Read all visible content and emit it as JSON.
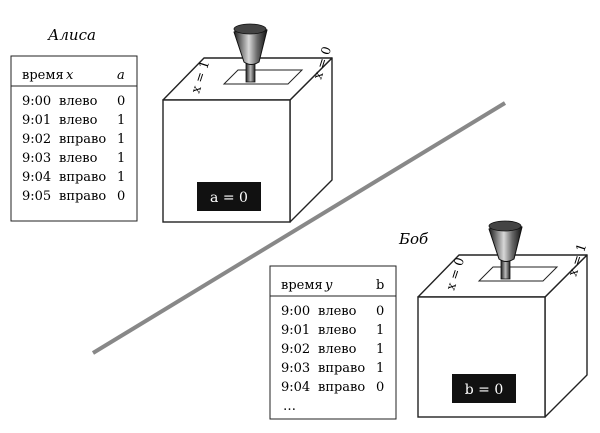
{
  "alice": {
    "name": "Алиса",
    "header": {
      "time": "время",
      "var": "x",
      "out": "a"
    },
    "rows": [
      {
        "time": "9:00",
        "dir": "влево",
        "val": "0"
      },
      {
        "time": "9:01",
        "dir": "влево",
        "val": "1"
      },
      {
        "time": "9:02",
        "dir": "вправо",
        "val": "1"
      },
      {
        "time": "9:03",
        "dir": "влево",
        "val": "1"
      },
      {
        "time": "9:04",
        "dir": "вправо",
        "val": "1"
      },
      {
        "time": "9:05",
        "dir": "вправо",
        "val": "0"
      }
    ],
    "box_left_label": "x = 1",
    "box_right_label": "x = 0",
    "display": "a = 0"
  },
  "bob": {
    "name": "Боб",
    "header": {
      "time": "время",
      "var": "y",
      "out": "b"
    },
    "rows": [
      {
        "time": "9:00",
        "dir": "влево",
        "val": "0"
      },
      {
        "time": "9:01",
        "dir": "влево",
        "val": "1"
      },
      {
        "time": "9:02",
        "dir": "влево",
        "val": "1"
      },
      {
        "time": "9:03",
        "dir": "вправо",
        "val": "1"
      },
      {
        "time": "9:04",
        "dir": "вправо",
        "val": "0"
      }
    ],
    "ellipsis": "…",
    "box_left_label": "x = 0",
    "box_right_label": "x = 1",
    "display": "b = 0"
  },
  "colors": {
    "divider": "#888888",
    "display_bg": "#111111",
    "display_text": "#ffffff"
  }
}
